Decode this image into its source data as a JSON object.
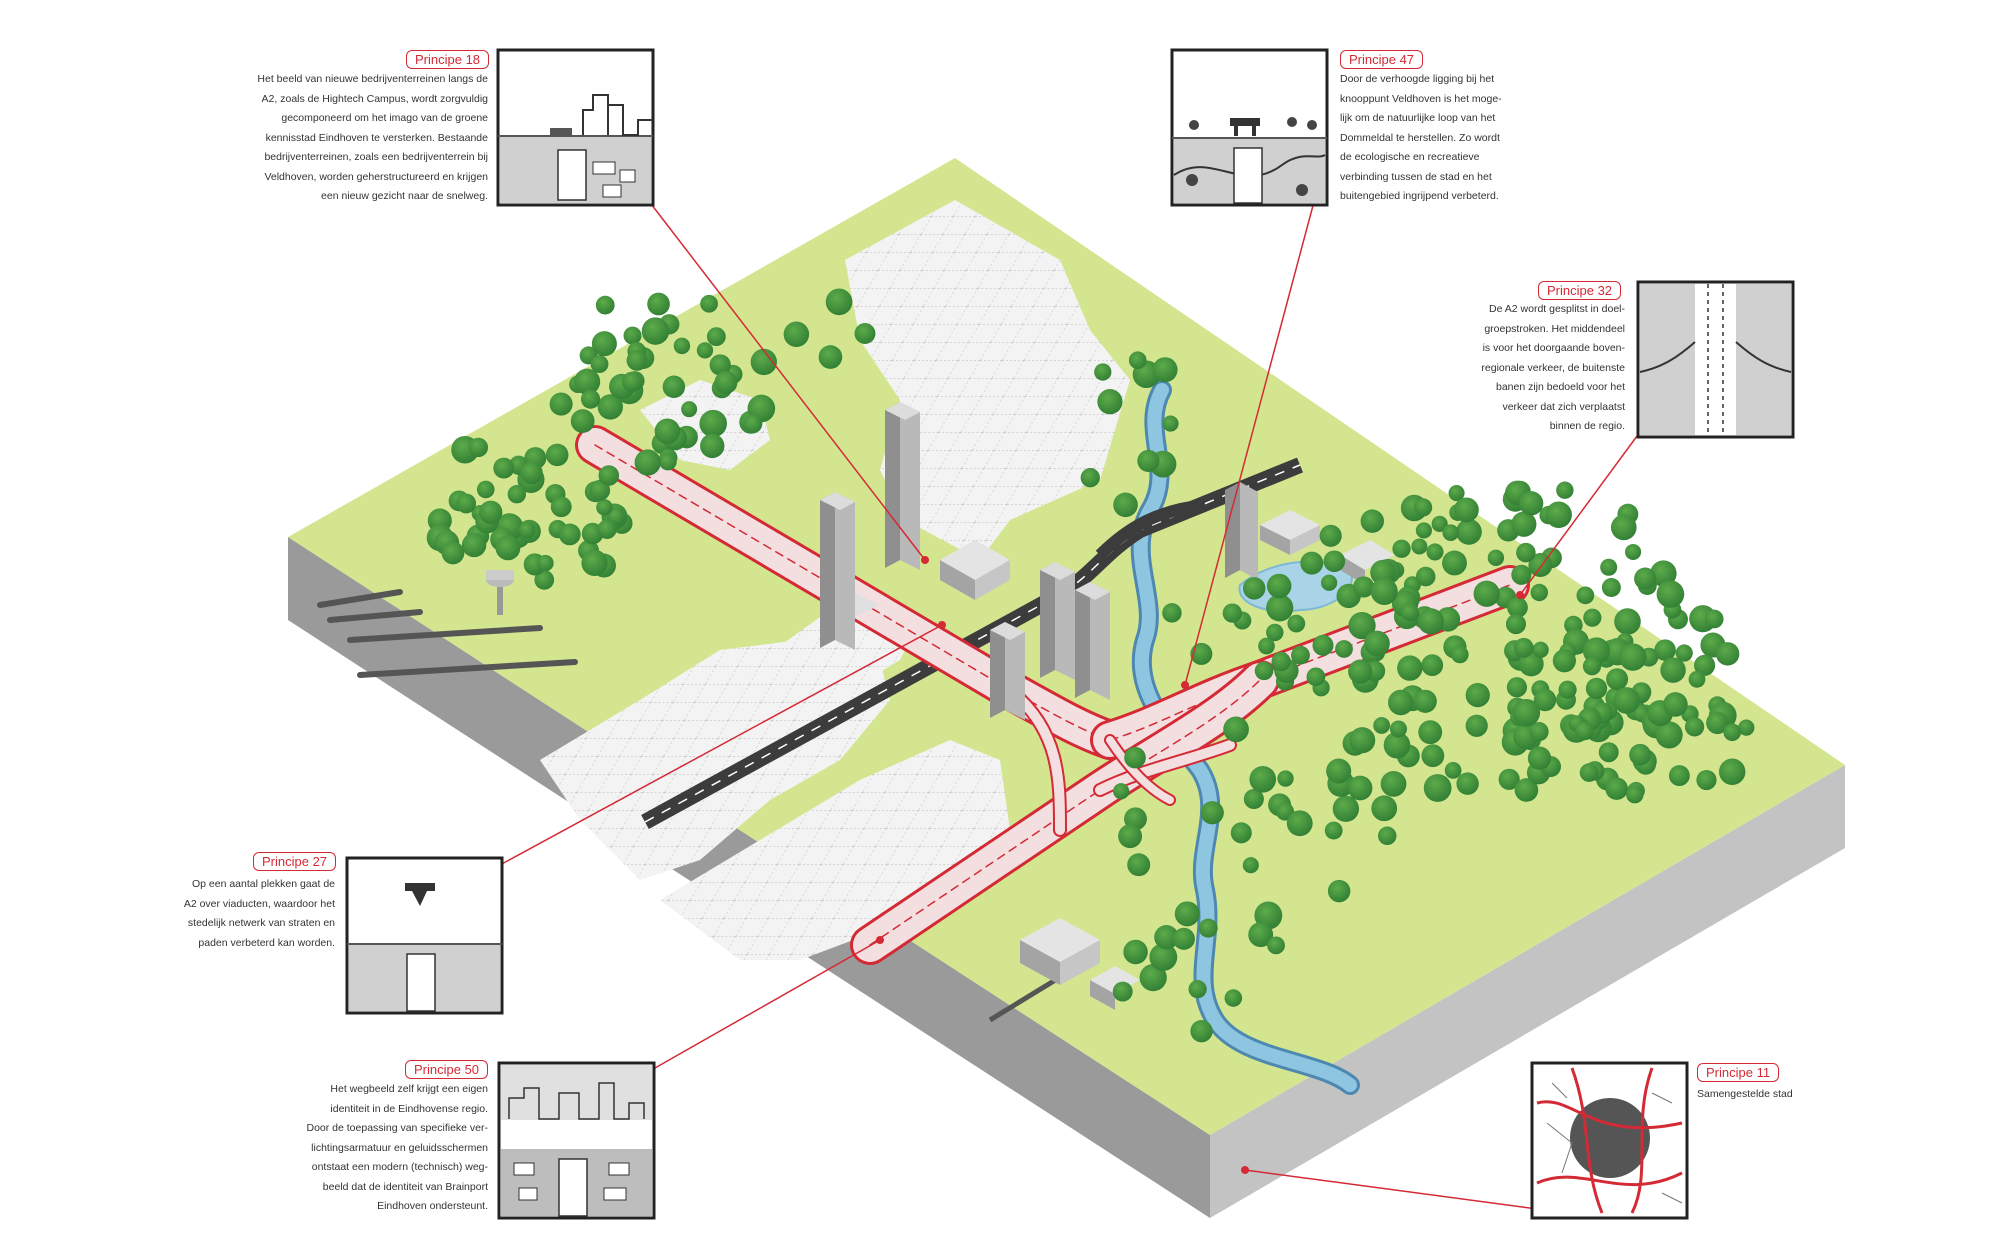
{
  "callouts": [
    {
      "id": "p18",
      "label": "Principe 18",
      "lines": [
        "Het beeld van nieuwe bedrijventerreinen langs de",
        "A2, zoals de Hightech Campus, wordt zorgvuldig",
        "gecomponeerd om het imago van de groene",
        "kennisstad Eindhoven te versterken. Bestaande",
        "bedrijventerreinen, zoals een bedrijventerrein bij",
        "Veldhoven, worden geherstructureerd en krijgen",
        "een nieuw gezicht naar de snelweg."
      ]
    },
    {
      "id": "p47",
      "label": "Principe 47",
      "lines": [
        "Door de verhoogde ligging bij het",
        "knooppunt Veldhoven is het moge-",
        "lijk om de natuurlijke loop van het",
        "Dommeldal te herstellen. Zo wordt",
        "de ecologische en recreatieve",
        "verbinding tussen de stad en het",
        "buitengebied ingrijpend verbeterd."
      ]
    },
    {
      "id": "p32",
      "label": "Principe 32",
      "lines": [
        "De A2 wordt gesplitst in doel-",
        "groepstroken. Het middendeel",
        "is voor het doorgaande boven-",
        "regionale verkeer, de buitenste",
        "banen zijn bedoeld voor het",
        "verkeer dat zich verplaatst",
        "binnen de regio."
      ]
    },
    {
      "id": "p27",
      "label": "Principe 27",
      "lines": [
        "Op een aantal plekken gaat de",
        "A2 over viaducten, waardoor het",
        "stedelijk netwerk van straten en",
        "paden verbeterd kan worden."
      ]
    },
    {
      "id": "p50",
      "label": "Principe 50",
      "lines": [
        "Het wegbeeld zelf krijgt een eigen",
        "identiteit in de Eindhovense regio.",
        "Door de toepassing van specifieke ver-",
        "lichtingsarmatuur en geluidsschermen",
        "ontstaat een modern (technisch) weg-",
        "beeld dat de identiteit van Brainport",
        "Eindhoven ondersteunt."
      ]
    },
    {
      "id": "p11",
      "label": "Principe 11",
      "lines": [
        "Samengestelde stad"
      ]
    }
  ],
  "colors": {
    "accent": "#d42a35",
    "grass": "#d3e68f",
    "tree": "#3a8f3c",
    "water": "#7fb8d6",
    "road": "#444444",
    "block": "#c9c9c9"
  }
}
